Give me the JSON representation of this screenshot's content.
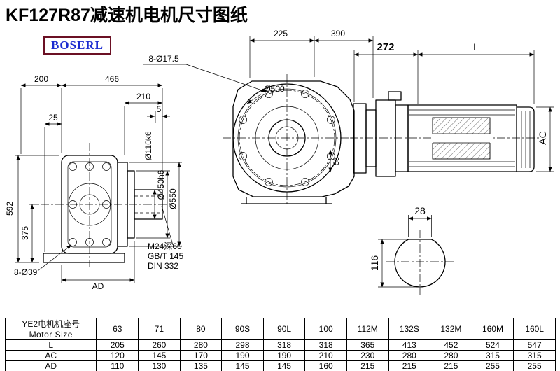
{
  "page": {
    "title": "KF127R87减速机电机尺寸图纸",
    "brand": "BOSERL"
  },
  "front_view": {
    "dim_200": "200",
    "dim_466": "466",
    "dim_210": "210",
    "dim_5": "5",
    "dim_25": "25",
    "dim_592": "592",
    "dim_375": "375",
    "holes_label": "8-Ø39",
    "dim_ad": "AD",
    "bore_label": "Ø110k6",
    "spigot_label": "Ø450h6",
    "flange_label": "Ø550",
    "note_line1": "M24深60",
    "note_line2": "GB/T 145",
    "note_line3": "DIN 332"
  },
  "top_view": {
    "dim_225": "225",
    "dim_390": "390",
    "dim_272": "272",
    "dim_l": "L",
    "dim_ac": "AC",
    "dim_53": "53",
    "holes_label": "8-Ø17.5",
    "flange_label": "Ø500"
  },
  "shaft_section": {
    "dim_28": "28",
    "dim_116": "116"
  },
  "table": {
    "header_cn": "YE2电机机座号",
    "header_en": "Motor Size",
    "sizes": [
      "63",
      "71",
      "80",
      "90S",
      "90L",
      "100",
      "112M",
      "132S",
      "132M",
      "160M",
      "160L"
    ],
    "rows": [
      {
        "label": "L",
        "values": [
          "205",
          "260",
          "280",
          "298",
          "318",
          "318",
          "365",
          "413",
          "452",
          "524",
          "547"
        ]
      },
      {
        "label": "AC",
        "values": [
          "120",
          "145",
          "170",
          "190",
          "190",
          "210",
          "230",
          "280",
          "280",
          "315",
          "315"
        ]
      },
      {
        "label": "AD",
        "values": [
          "110",
          "130",
          "135",
          "145",
          "145",
          "160",
          "215",
          "215",
          "215",
          "255",
          "255"
        ]
      }
    ]
  }
}
